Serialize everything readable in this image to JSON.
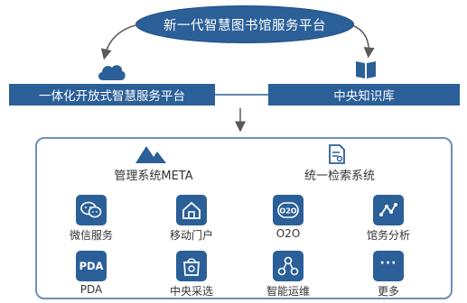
{
  "top_platform": {
    "label": "新一代智慧图书馆服务平台"
  },
  "left_platform": {
    "label": "一体化开放式智慧服务平台",
    "icon": "cloud-icon"
  },
  "right_platform": {
    "label": "中央知识库",
    "icon": "book-icon"
  },
  "systems": [
    {
      "label": "管理系统META",
      "icon": "mountain-icon"
    },
    {
      "label": "统一检索系统",
      "icon": "document-search-icon"
    }
  ],
  "apps": [
    {
      "label": "微信服务",
      "icon": "wechat-icon"
    },
    {
      "label": "移动门户",
      "icon": "home-icon"
    },
    {
      "label": "O2O",
      "icon": "o2o-icon"
    },
    {
      "label": "馆务分析",
      "icon": "analysis-icon"
    },
    {
      "label": "PDA",
      "icon": "pda-icon",
      "icon_text": "PDA"
    },
    {
      "label": "中央采选",
      "icon": "shopping-bag-icon"
    },
    {
      "label": "智能运维",
      "icon": "network-icon"
    },
    {
      "label": "更多",
      "icon": "more-icon",
      "icon_text": "···"
    }
  ],
  "colors": {
    "primary": "#2b5f98",
    "panel_border": "#6d90b8",
    "arrow": "#5a5a5a"
  }
}
